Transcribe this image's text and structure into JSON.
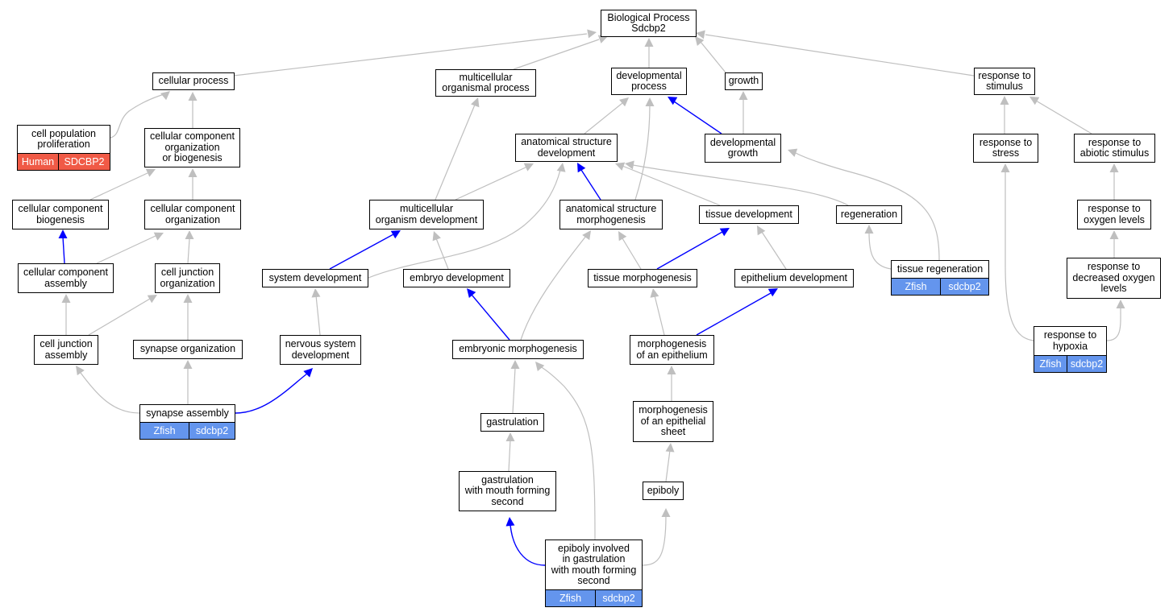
{
  "colors": {
    "edge_default": "#bfbfbf",
    "edge_highlight": "#0000ff",
    "zfish": "#6495ed",
    "human": "#f05a46"
  },
  "nodes": {
    "bp": "Biological Process\nSdcbp2",
    "cellular_process": "cellular process",
    "multicellular_organismal_process": "multicellular\norganismal process",
    "developmental_process": "developmental\nprocess",
    "growth": "growth",
    "response_to_stimulus": "response to\nstimulus",
    "cell_population_proliferation": "cell population\nproliferation",
    "cc_org_or_biogenesis": "cellular component\norganization\nor biogenesis",
    "anatomical_structure_development": "anatomical structure\ndevelopment",
    "developmental_growth": "developmental\ngrowth",
    "response_to_stress": "response to\nstress",
    "response_to_abiotic_stimulus": "response to\nabiotic stimulus",
    "cc_biogenesis": "cellular component\nbiogenesis",
    "cc_organization": "cellular component\norganization",
    "multicellular_organism_development": "multicellular\norganism development",
    "anatomical_structure_morphogenesis": "anatomical structure\nmorphogenesis",
    "tissue_development": "tissue development",
    "regeneration": "regeneration",
    "response_to_oxygen_levels": "response to\noxygen levels",
    "cc_assembly": "cellular component\nassembly",
    "cell_junction_organization": "cell junction\norganization",
    "system_development": "system development",
    "embryo_development": "embryo development",
    "tissue_morphogenesis": "tissue morphogenesis",
    "epithelium_development": "epithelium development",
    "tissue_regeneration": "tissue regeneration",
    "response_to_decreased_oxygen_levels": "response to\ndecreased oxygen\nlevels",
    "cell_junction_assembly": "cell junction\nassembly",
    "synapse_organization": "synapse organization",
    "nervous_system_development": "nervous system\ndevelopment",
    "embryonic_morphogenesis": "embryonic morphogenesis",
    "morphogenesis_of_an_epithelium": "morphogenesis\nof an epithelium",
    "response_to_hypoxia": "response to\nhypoxia",
    "synapse_assembly": "synapse assembly",
    "gastrulation": "gastrulation",
    "morphogenesis_of_an_epithelial_sheet": "morphogenesis\nof an epithelial\nsheet",
    "epiboly": "epiboly",
    "gastrulation_with_mouth_forming_second": "gastrulation\nwith mouth forming\nsecond",
    "epiboly_involved_in_gastrulation": "epiboly involved\nin gastrulation\nwith mouth forming\nsecond"
  },
  "annotations": {
    "cell_population_proliferation": {
      "species": "Human",
      "gene": "SDCBP2"
    },
    "tissue_regeneration": {
      "species": "Zfish",
      "gene": "sdcbp2"
    },
    "response_to_hypoxia": {
      "species": "Zfish",
      "gene": "sdcbp2"
    },
    "synapse_assembly": {
      "species": "Zfish",
      "gene": "sdcbp2"
    },
    "epiboly_involved_in_gastrulation": {
      "species": "Zfish",
      "gene": "sdcbp2"
    }
  }
}
